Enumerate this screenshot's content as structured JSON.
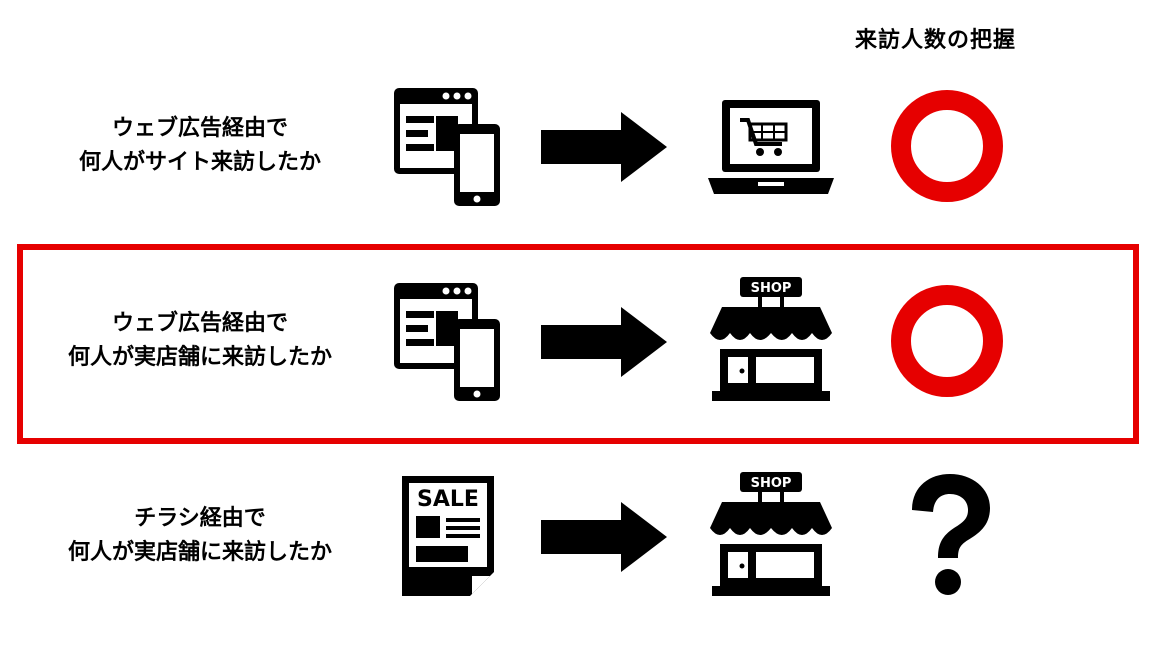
{
  "header": {
    "title": "来訪人数の把握"
  },
  "rows": [
    {
      "label_line1": "ウェブ広告経由で",
      "label_line2": "何人がサイト来訪したか",
      "source_icon": "web-and-smartphone-icon",
      "dest_icon": "laptop-cart-icon",
      "result_icon": "circle-mark-icon",
      "highlighted": false
    },
    {
      "label_line1": "ウェブ広告経由で",
      "label_line2": "何人が実店舗に来訪したか",
      "source_icon": "web-and-smartphone-icon",
      "dest_icon": "shop-icon",
      "result_icon": "circle-mark-icon",
      "highlighted": true
    },
    {
      "label_line1": "チラシ経由で",
      "label_line2": "何人が実店舗に来訪したか",
      "source_icon": "sale-flyer-icon",
      "dest_icon": "shop-icon",
      "result_icon": "question-mark-icon",
      "highlighted": false
    }
  ],
  "icon_text": {
    "shop_sign": "SHOP",
    "flyer_sale": "SALE"
  },
  "colors": {
    "highlight": "#e60000",
    "circle_mark": "#e60000",
    "icon": "#000000"
  }
}
